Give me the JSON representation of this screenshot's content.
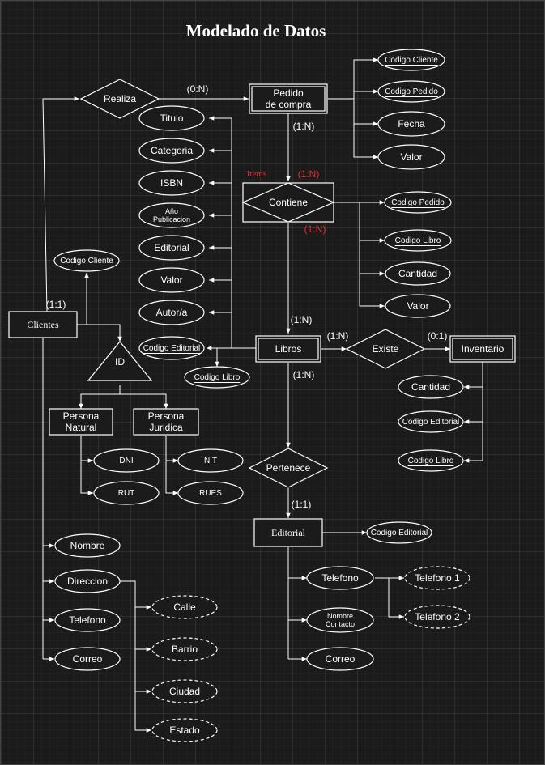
{
  "title": "Modelado de Datos",
  "entities": {
    "pedido": "Pedido de compra",
    "libros": "Libros",
    "inventario": "Inventario",
    "clientes": "Clientes",
    "editorial": "Editorial",
    "persona_natural": "Persona Natural",
    "persona_juridica": "Persona Juridica"
  },
  "relationships": {
    "realiza": "Realiza",
    "contiene": "Contiene",
    "existe": "Existe",
    "pertenece": "Pertenece",
    "id": "ID"
  },
  "cardinalities": {
    "realiza_pedido": "(0:N)",
    "pedido_contiene": "(1:N)",
    "contiene_items": "(1:N)",
    "contiene_libros_red": "(1:N)",
    "contiene_libros": "(1:N)",
    "libros_existe": "(1:N)",
    "existe_inventario": "(0:1)",
    "libros_pertenece": "(1:N)",
    "pertenece_editorial": "(1:1)",
    "clientes_realiza": "(1:1)"
  },
  "items_label": "Items",
  "pedido_attributes": [
    "Codigo Cliente",
    "Codigo Pedido",
    "Fecha",
    "Valor"
  ],
  "contiene_attributes": [
    "Codigo Pedido",
    "Codigo Libro",
    "Cantidad",
    "Valor"
  ],
  "libros_attributes": [
    "Titulo",
    "Categoria",
    "ISBN",
    "Año Publicacion",
    "Editorial",
    "Valor",
    "Autor/a",
    "Codigo Editorial",
    "Codigo Libro"
  ],
  "inventario_attributes": [
    "Cantidad",
    "Codigo Editorial",
    "Codigo Libro"
  ],
  "clientes_key": "Codigo Cliente",
  "natural_attributes": [
    "DNI",
    "RUT"
  ],
  "juridica_attributes": [
    "NIT",
    "RUES"
  ],
  "clientes_attributes": [
    "Nombre",
    "Direccion",
    "Telefono",
    "Correo"
  ],
  "direccion_parts": [
    "Calle",
    "Barrio",
    "Ciudad",
    "Estado"
  ],
  "editorial_key": "Codigo Editorial",
  "editorial_attributes": [
    "Telefono",
    "Nombre Contacto",
    "Correo"
  ],
  "telefono_parts": [
    "Telefono 1",
    "Telefono 2"
  ],
  "colors": {
    "cardinality_red": "#e03030",
    "line": "#ffffff",
    "background": "#1b1b1b"
  }
}
